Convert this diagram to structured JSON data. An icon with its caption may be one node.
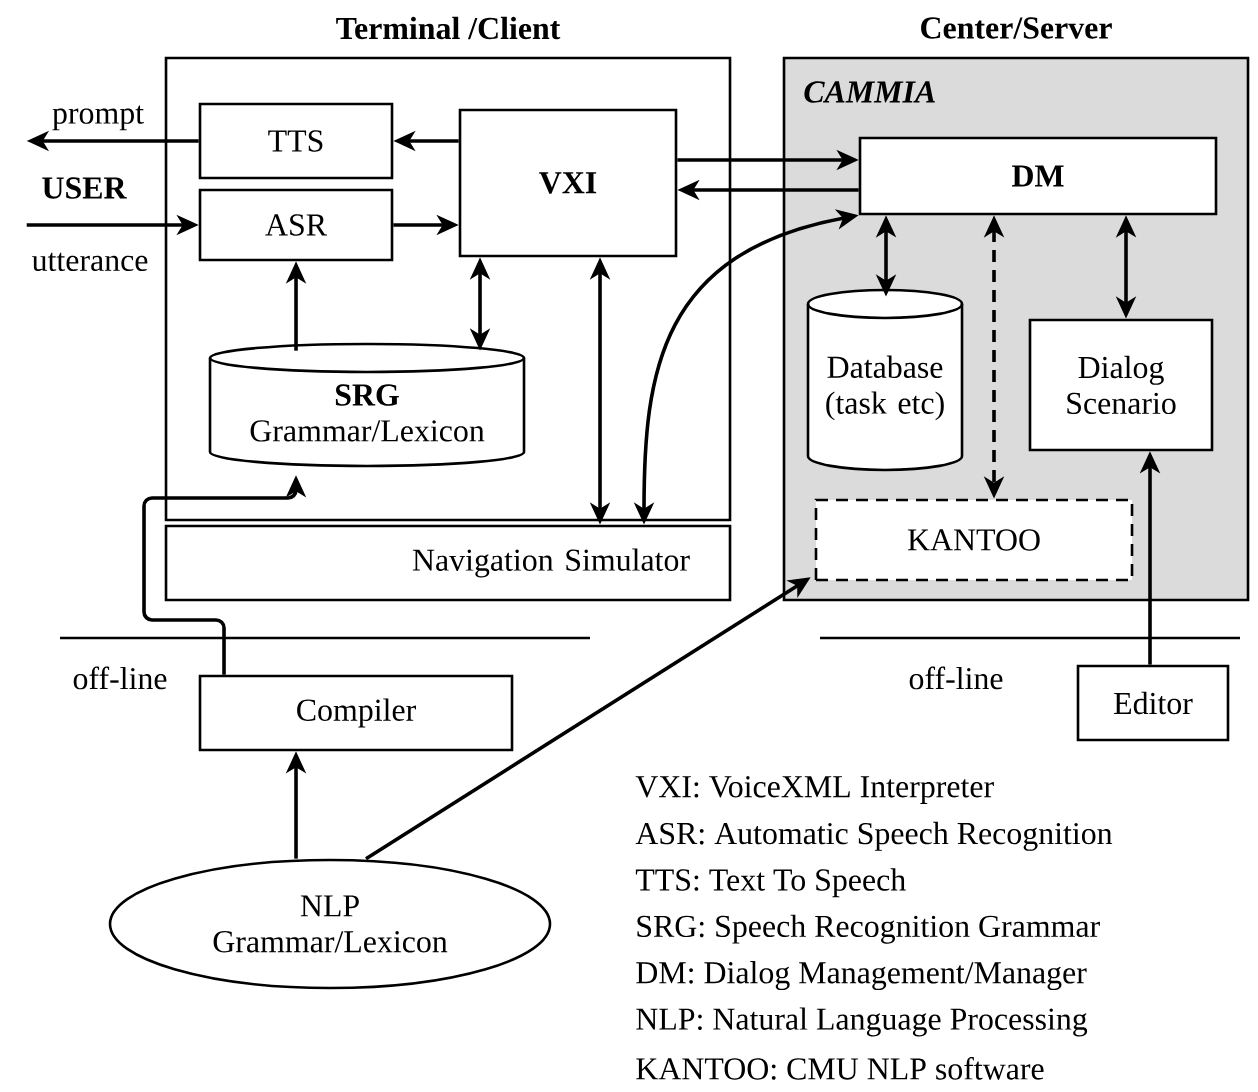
{
  "diagram": {
    "nodes": [
      {
        "text": [
          "Terminal /Client"
        ]
      },
      {
        "text": [
          "Center/Server",
          "CAMMIA"
        ]
      },
      {
        "text": [
          "TTS"
        ],
        "in": 0
      },
      {
        "text": [
          "ASR"
        ],
        "in": 0
      },
      {
        "text": [
          "VXI"
        ],
        "in": 0
      },
      {
        "text": [
          "SRG",
          "Grammar/Lexicon"
        ],
        "in": 0
      },
      {
        "text": [
          "Navigation Simulator"
        ]
      },
      {
        "text": [
          "DM"
        ],
        "in": 1
      },
      {
        "text": [
          "Database (task etc)"
        ],
        "in": 1
      },
      {
        "text": [
          "Dialog Scenario"
        ],
        "in": 1
      },
      {
        "text": [
          "KANTOO"
        ],
        "in": 1
      },
      {
        "text": [
          "Compiler"
        ]
      },
      {
        "text": [
          "Editor"
        ]
      },
      {
        "text": [
          "NLP",
          "Grammar/Lexicon"
        ]
      },
      {
        "text": [
          "USER"
        ]
      }
    ],
    "edges": [
      {
        "from": 2,
        "to": 14,
        "arrow": "to",
        "label": "prompt"
      },
      {
        "from": 14,
        "to": 3,
        "arrow": "to",
        "label": "utterance"
      },
      {
        "from": 4,
        "to": 2,
        "arrow": "to"
      },
      {
        "from": 3,
        "to": 4,
        "arrow": "to"
      },
      {
        "from": 5,
        "to": 3,
        "arrow": "to"
      },
      {
        "from": 4,
        "to": 5,
        "arrow": "both"
      },
      {
        "from": 4,
        "to": 6,
        "arrow": "both"
      },
      {
        "from": 4,
        "to": 7,
        "arrow": "to"
      },
      {
        "from": 7,
        "to": 4,
        "arrow": "to"
      },
      {
        "from": 6,
        "to": 7,
        "arrow": "both"
      },
      {
        "from": 7,
        "to": 8,
        "arrow": "both"
      },
      {
        "from": 7,
        "to": 10,
        "arrow": "both",
        "style": "dashed"
      },
      {
        "from": 7,
        "to": 9,
        "arrow": "both"
      },
      {
        "from": 12,
        "to": 9,
        "arrow": "to"
      },
      {
        "from": 11,
        "to": 5,
        "arrow": "to"
      },
      {
        "from": 13,
        "to": 11,
        "arrow": "to"
      },
      {
        "from": 13,
        "to": 10,
        "arrow": "to"
      }
    ],
    "labels": [
      "off-line",
      "off-line",
      "VXI: VoiceXML Interpreter",
      "ASR: Automatic Speech Recognition",
      "TTS: Text To Speech",
      "SRG: Speech Recognition Grammar",
      "DM: Dialog Management/Manager",
      "NLP: Natural Language Processing",
      "KANTOO: CMU NLP software"
    ]
  }
}
